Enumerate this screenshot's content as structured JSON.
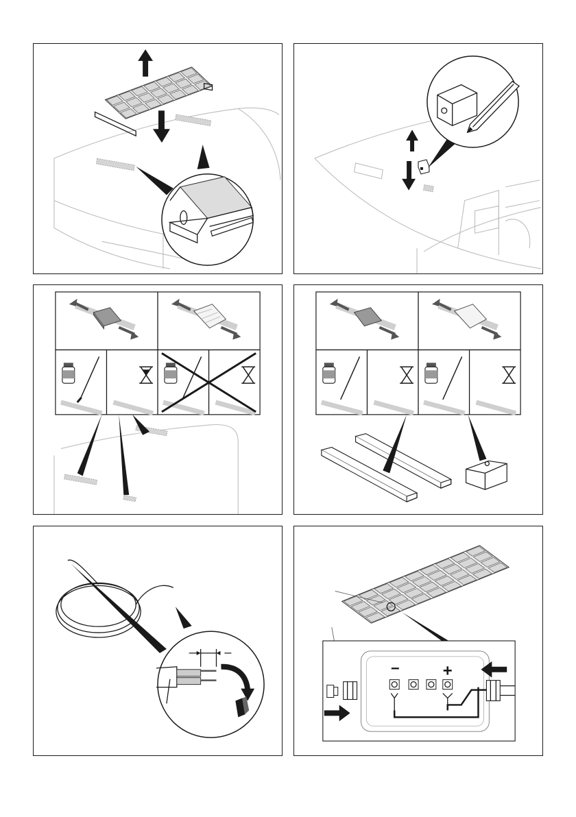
{
  "panels": [
    {
      "id": "p1",
      "icons": [
        "up-arrow-icon",
        "down-arrow-icon",
        "solar-panel-icon",
        "adhesive-strip-icon",
        "magnifier-icon"
      ]
    },
    {
      "id": "p2",
      "icons": [
        "cable-entry-housing-icon",
        "up-arrow-icon",
        "down-arrow-icon",
        "pencil-icon"
      ]
    },
    {
      "id": "p3",
      "icons": [
        "sponge-icon",
        "cloth-icon",
        "primer-bottle-icon",
        "brush-icon",
        "hourglass-icon",
        "cross-out-icon"
      ]
    },
    {
      "id": "p4",
      "icons": [
        "sponge-icon",
        "cloth-icon",
        "primer-bottle-icon",
        "brush-icon",
        "hourglass-icon",
        "spoiler-profile-icon",
        "cable-entry-housing-icon"
      ]
    },
    {
      "id": "p5",
      "icons": [
        "cable-coil-icon",
        "stripped-wire-icon",
        "dimension-arrow-icon",
        "end-cap-icon"
      ]
    },
    {
      "id": "p6",
      "icons": [
        "solar-panel-icon",
        "junction-box-icon",
        "cable-gland-icon",
        "screw-terminal-icon",
        "ring-terminal-icon"
      ]
    }
  ],
  "junction_box": {
    "minus_symbol": "−",
    "plus_symbol": "+"
  },
  "colors": {
    "ink": "#1a1a1a",
    "light_line": "#bdbdbd",
    "fill_grey": "#d5d5d5"
  }
}
